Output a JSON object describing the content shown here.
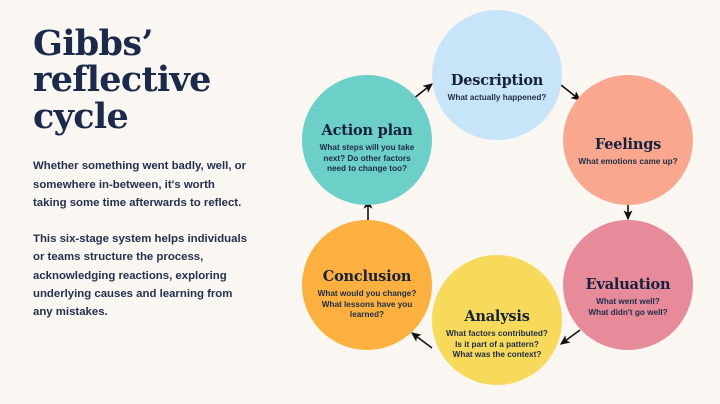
{
  "background_color": "#faf6f1",
  "left_panel": {
    "title": "Gibbs’\nreflective\ncycle",
    "title_color": "#1b2a4a",
    "paragraphs": [
      "Whether something went badly, well, or somewhere in-between, it's worth taking some time afterwards to reflect.",
      "This six-stage system helps individuals or teams structure the process, acknowledging reactions, exploring underlying causes and learning from any mistakes."
    ]
  },
  "cycle": {
    "arrow_color": "#111111",
    "nodes": [
      {
        "id": "description",
        "title": "Description",
        "subtitle": "What actually happened?",
        "color": "#c8e4f8",
        "position": "top-center"
      },
      {
        "id": "feelings",
        "title": "Feelings",
        "subtitle": "What emotions came up?",
        "color": "#f9a88f",
        "position": "right-upper"
      },
      {
        "id": "evaluation",
        "title": "Evaluation",
        "subtitle": "What went well?\nWhat didn't go well?",
        "color": "#e78a9a",
        "position": "right-lower"
      },
      {
        "id": "analysis",
        "title": "Analysis",
        "subtitle": "What factors contributed?\nIs it part of a pattern?\nWhat was the context?",
        "color": "#f7d95c",
        "position": "bottom-center"
      },
      {
        "id": "conclusion",
        "title": "Conclusion",
        "subtitle": "What would you change?\nWhat lessons have you\nlearned?",
        "color": "#fbb03f",
        "position": "left-lower"
      },
      {
        "id": "actionplan",
        "title": "Action plan",
        "subtitle": "What steps will you take\nnext? Do other factors\nneed to change too?",
        "color": "#6ccfc8",
        "position": "left-upper"
      }
    ],
    "arrows": [
      {
        "from": "description",
        "to": "feelings"
      },
      {
        "from": "feelings",
        "to": "evaluation"
      },
      {
        "from": "evaluation",
        "to": "analysis"
      },
      {
        "from": "analysis",
        "to": "conclusion"
      },
      {
        "from": "conclusion",
        "to": "actionplan"
      },
      {
        "from": "actionplan",
        "to": "description"
      }
    ]
  }
}
